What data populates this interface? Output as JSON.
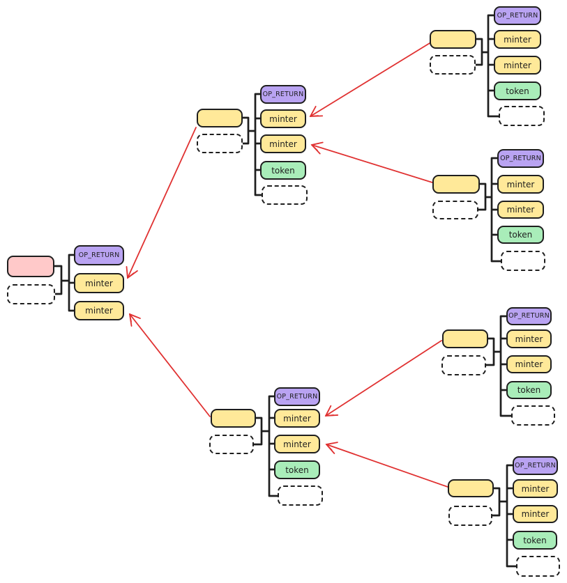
{
  "diagram_title": "",
  "palette": {
    "stroke": "#1e1e1e",
    "spend_arrow": "#e03131",
    "genesis_fill": "#ffc9c9",
    "minter_fill": "#ffe999",
    "op_return_fill": "#b9a3f2",
    "token_fill": "#a9edb9",
    "placeholder_fill": "#ffffff"
  },
  "transactions": [
    {
      "id": "genesis",
      "input_label": "",
      "outputs": [
        {
          "type": "op_return",
          "label": "OP_RETURN"
        },
        {
          "type": "minter",
          "label": "minter"
        },
        {
          "type": "minter",
          "label": "minter"
        }
      ]
    },
    {
      "id": "tx-top-middle",
      "input_label": "",
      "outputs": [
        {
          "type": "op_return",
          "label": "OP_RETURN"
        },
        {
          "type": "minter",
          "label": "minter"
        },
        {
          "type": "minter",
          "label": "minter"
        },
        {
          "type": "token",
          "label": "token"
        },
        {
          "type": "placeholder",
          "label": ""
        }
      ]
    },
    {
      "id": "tx-top-right-1",
      "input_label": "",
      "outputs": [
        {
          "type": "op_return",
          "label": "OP_RETURN"
        },
        {
          "type": "minter",
          "label": "minter"
        },
        {
          "type": "minter",
          "label": "minter"
        },
        {
          "type": "token",
          "label": "token"
        },
        {
          "type": "placeholder",
          "label": ""
        }
      ]
    },
    {
      "id": "tx-top-right-2",
      "input_label": "",
      "outputs": [
        {
          "type": "op_return",
          "label": "OP_RETURN"
        },
        {
          "type": "minter",
          "label": "minter"
        },
        {
          "type": "minter",
          "label": "minter"
        },
        {
          "type": "token",
          "label": "token"
        },
        {
          "type": "placeholder",
          "label": ""
        }
      ]
    },
    {
      "id": "tx-bottom-middle",
      "input_label": "",
      "outputs": [
        {
          "type": "op_return",
          "label": "OP_RETURN"
        },
        {
          "type": "minter",
          "label": "minter"
        },
        {
          "type": "minter",
          "label": "minter"
        },
        {
          "type": "token",
          "label": "token"
        },
        {
          "type": "placeholder",
          "label": ""
        }
      ]
    },
    {
      "id": "tx-bottom-right-1",
      "input_label": "",
      "outputs": [
        {
          "type": "op_return",
          "label": "OP_RETURN"
        },
        {
          "type": "minter",
          "label": "minter"
        },
        {
          "type": "minter",
          "label": "minter"
        },
        {
          "type": "token",
          "label": "token"
        },
        {
          "type": "placeholder",
          "label": ""
        }
      ]
    },
    {
      "id": "tx-bottom-right-2",
      "input_label": "",
      "outputs": [
        {
          "type": "op_return",
          "label": "OP_RETURN"
        },
        {
          "type": "minter",
          "label": "minter"
        },
        {
          "type": "minter",
          "label": "minter"
        },
        {
          "type": "token",
          "label": "token"
        },
        {
          "type": "placeholder",
          "label": ""
        }
      ]
    }
  ],
  "arrows": [
    {
      "from": "tx-top-middle",
      "to": "genesis.minter-1"
    },
    {
      "from": "tx-bottom-middle",
      "to": "genesis.minter-2"
    },
    {
      "from": "tx-top-right-1",
      "to": "tx-top-middle.minter-1"
    },
    {
      "from": "tx-top-right-2",
      "to": "tx-top-middle.minter-2"
    },
    {
      "from": "tx-bottom-right-1",
      "to": "tx-bottom-middle.minter-1"
    },
    {
      "from": "tx-bottom-right-2",
      "to": "tx-bottom-middle.minter-2"
    }
  ]
}
